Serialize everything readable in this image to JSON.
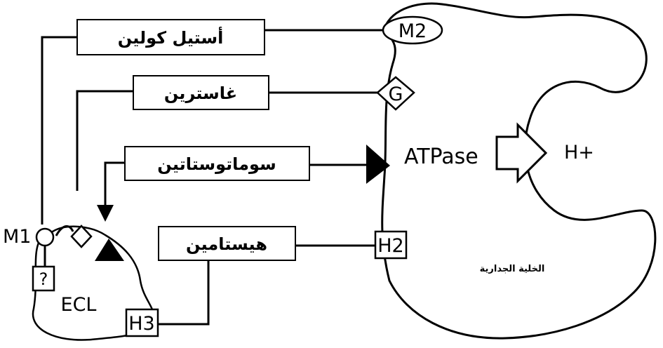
{
  "substances": {
    "acetylcholine": "أستيل كولين",
    "gastrin": "غاسترين",
    "somatostatin": "سوماتوستاتين",
    "histamine": "هيستامين"
  },
  "receptors": {
    "m2": "M2",
    "g": "G",
    "h2": "H2",
    "m1": "M1",
    "unknown": "?",
    "h3": "H3"
  },
  "cells": {
    "ecl": "ECL",
    "parietal": "الخلية الجدارية"
  },
  "pump": {
    "atpase": "ATPase",
    "proton": "H+"
  },
  "colors": {
    "stroke": "#000000",
    "fill": "#ffffff"
  }
}
